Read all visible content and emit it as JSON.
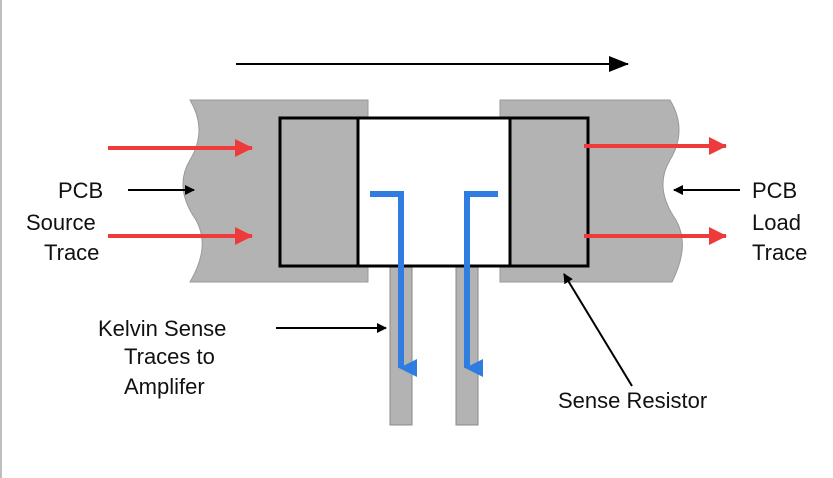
{
  "labels": {
    "source_line1": "PCB",
    "source_line2": "Source",
    "source_line3": "Trace",
    "load_line1": "PCB",
    "load_line2": "Load",
    "load_line3": "Trace",
    "kelvin_line1": "Kelvin Sense",
    "kelvin_line2": "Traces to",
    "kelvin_line3": "Amplifer",
    "resistor": "Sense Resistor"
  },
  "colors": {
    "trace_fill": "#b3b3b3",
    "outline": "#000000",
    "current_arrow": "#ee3a3a",
    "sense_path": "#2f7de1",
    "background": "#ffffff"
  }
}
